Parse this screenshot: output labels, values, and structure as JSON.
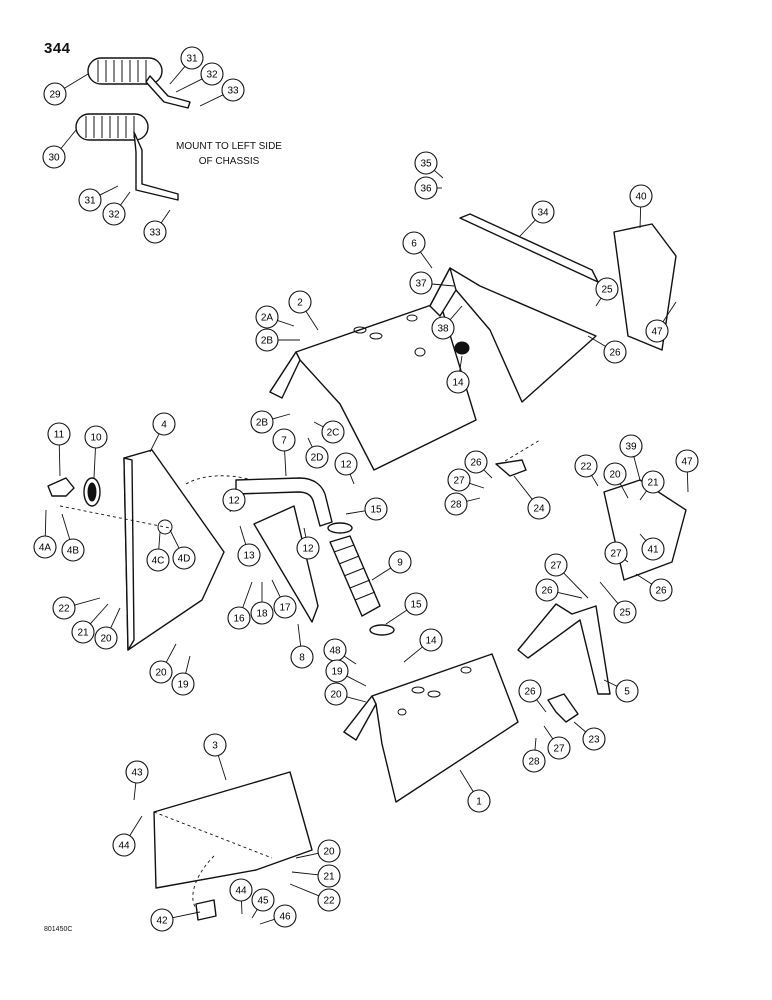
{
  "page_number": "344",
  "mount_note": [
    "MOUNT TO LEFT SIDE",
    "OF CHASSIS"
  ],
  "drawing_code": "801450C",
  "callouts": [
    "1",
    "2",
    "2A",
    "2B",
    "2C",
    "2D",
    "3",
    "4",
    "4A",
    "4B",
    "4C",
    "4D",
    "5",
    "6",
    "7",
    "8",
    "9",
    "10",
    "11",
    "12",
    "13",
    "14",
    "15",
    "16",
    "17",
    "18",
    "19",
    "20",
    "21",
    "22",
    "23",
    "24",
    "25",
    "26",
    "27",
    "28",
    "29",
    "30",
    "31",
    "32",
    "33",
    "34",
    "35",
    "36",
    "37",
    "38",
    "39",
    "40",
    "41",
    "42",
    "43",
    "44",
    "45",
    "46",
    "47",
    "48"
  ]
}
